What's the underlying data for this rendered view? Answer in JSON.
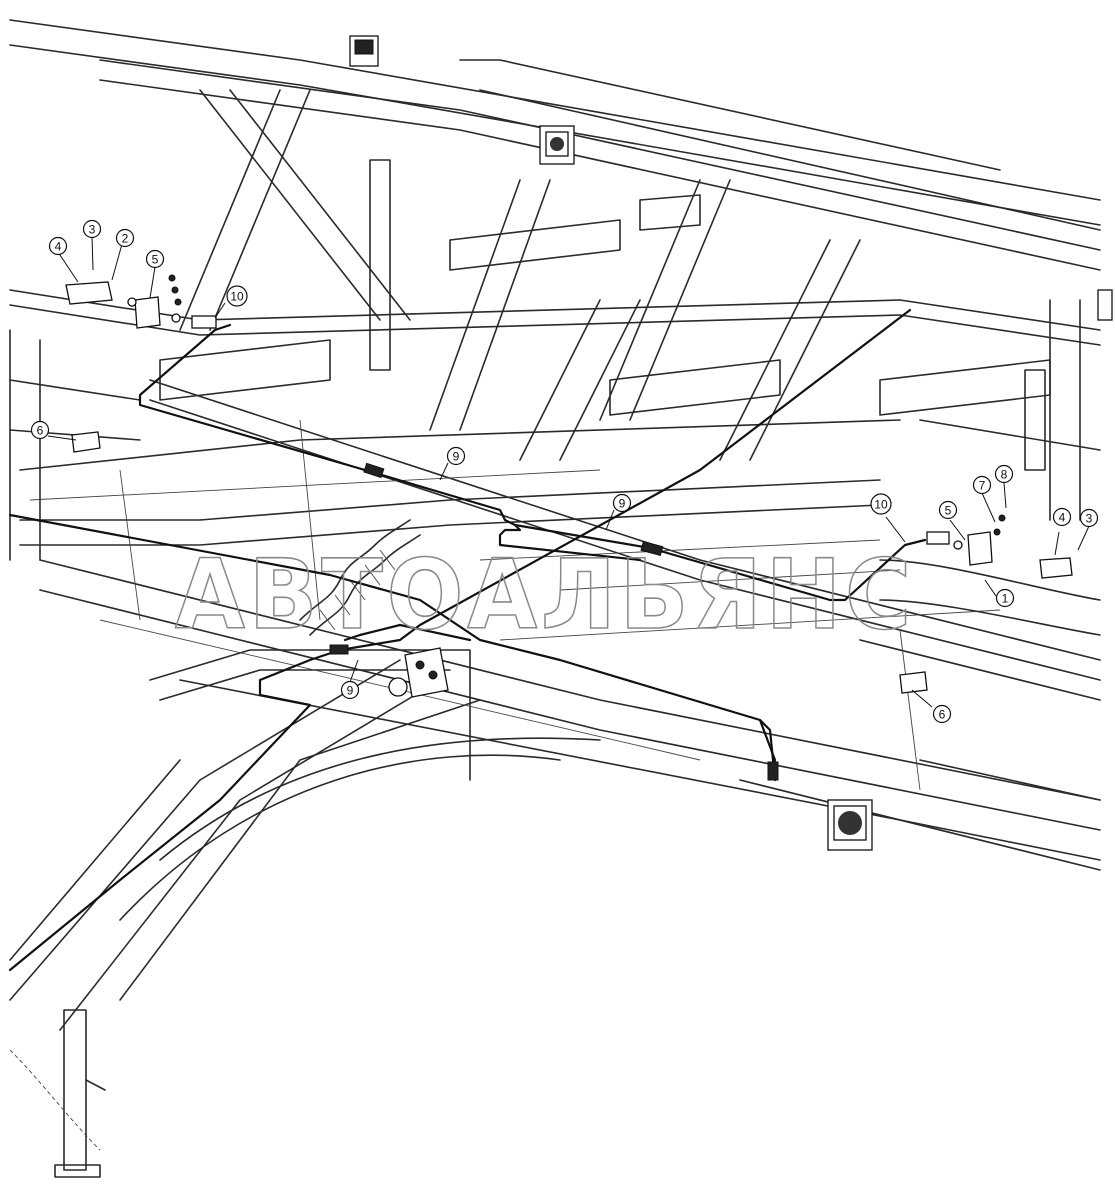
{
  "watermark": "АВТОАЛЬЯНС",
  "callouts": [
    {
      "id": "c4a",
      "label": "4"
    },
    {
      "id": "c3a",
      "label": "3"
    },
    {
      "id": "c2a",
      "label": "2"
    },
    {
      "id": "c5a",
      "label": "5"
    },
    {
      "id": "c10a",
      "label": "10"
    },
    {
      "id": "c6a",
      "label": "6"
    },
    {
      "id": "c9a",
      "label": "9"
    },
    {
      "id": "c9b",
      "label": "9"
    },
    {
      "id": "c9c",
      "label": "9"
    },
    {
      "id": "c7",
      "label": "7"
    },
    {
      "id": "c8",
      "label": "8"
    },
    {
      "id": "c10b",
      "label": "10"
    },
    {
      "id": "c5b",
      "label": "5"
    },
    {
      "id": "c4b",
      "label": "4"
    },
    {
      "id": "c3b",
      "label": "3"
    },
    {
      "id": "c1",
      "label": "1"
    },
    {
      "id": "c6b",
      "label": "6"
    }
  ],
  "icons": [
    "light-housing-icon",
    "bracket-icon",
    "coupler-icon",
    "valve-block-icon",
    "jack-stand-icon",
    "spring-icon"
  ]
}
